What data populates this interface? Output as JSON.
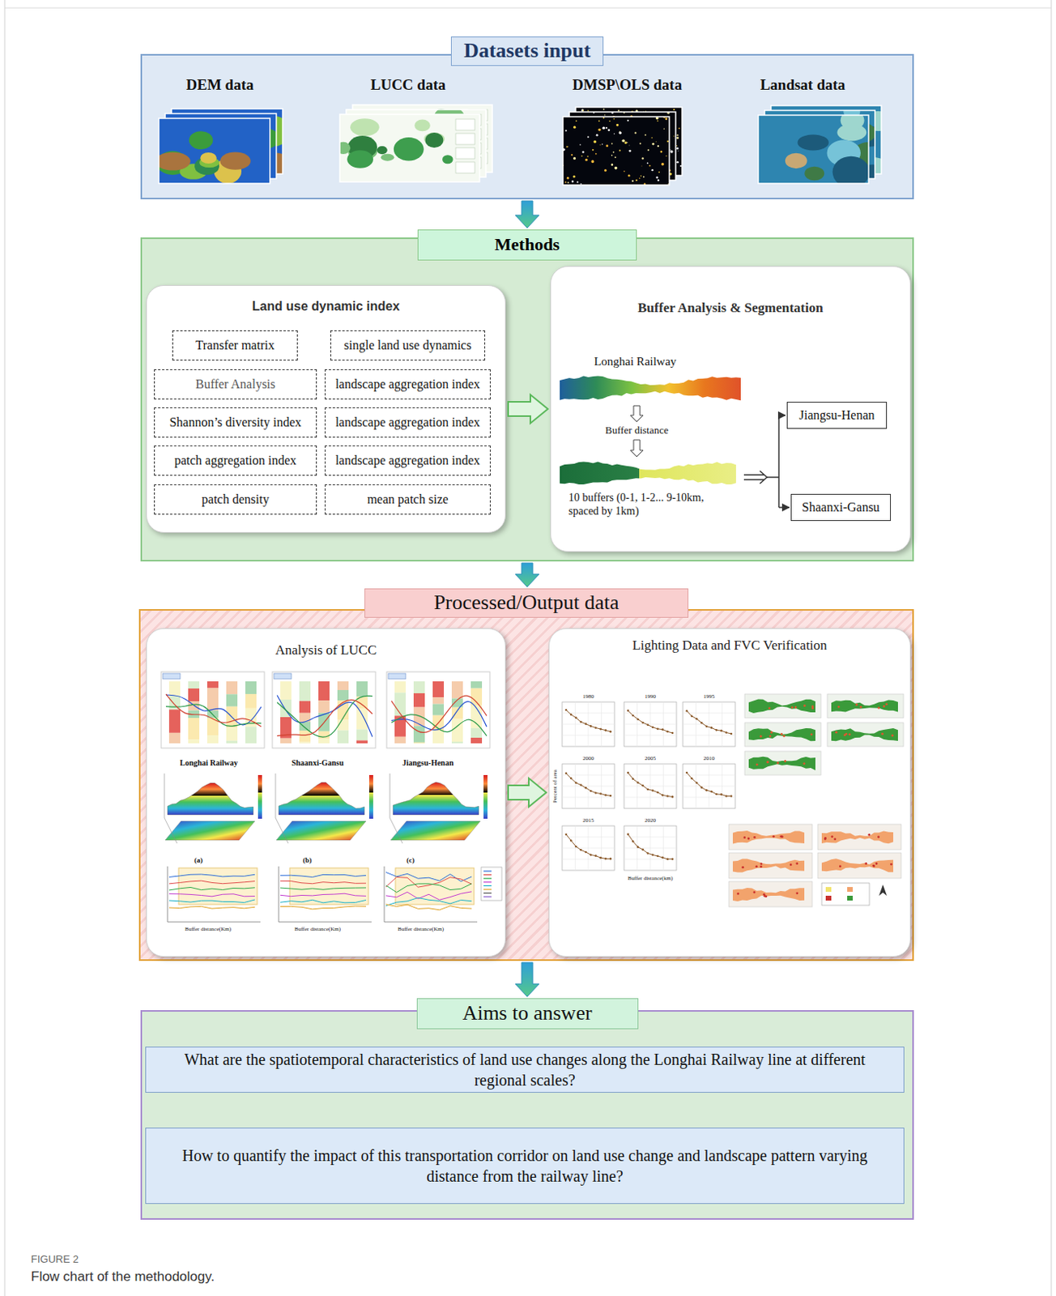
{
  "diagram": {
    "caption": "Flow chart of the methodology.",
    "nodes": [
      {
        "text": [
          "Datasets input"
        ]
      },
      {
        "text": [
          "Methods"
        ]
      },
      {
        "text": [
          "Land use dynamic index"
        ],
        "in": 1
      },
      {
        "text": [
          "Transfer matrix"
        ],
        "in": 2
      },
      {
        "text": [
          "single land use dynamics"
        ],
        "in": 2
      },
      {
        "text": [
          "Buffer Analysis"
        ],
        "in": 2
      },
      {
        "text": [
          "landscape aggregation index"
        ],
        "in": 2
      },
      {
        "text": [
          "Shannon’s diversity index"
        ],
        "in": 2
      },
      {
        "text": [
          "landscape aggregation index"
        ],
        "in": 2
      },
      {
        "text": [
          "patch aggregation index"
        ],
        "in": 2
      },
      {
        "text": [
          "landscape aggregation index"
        ],
        "in": 2
      },
      {
        "text": [
          "patch density"
        ],
        "in": 2
      },
      {
        "text": [
          "mean patch size"
        ],
        "in": 2
      },
      {
        "text": [
          "Buffer Analysis & Segmentation"
        ],
        "in": 1
      },
      {
        "text": [
          "Jiangsu-Henan"
        ],
        "in": 13
      },
      {
        "text": [
          "Shaanxi-Gansu"
        ],
        "in": 13
      },
      {
        "text": [
          "Processed/Output data"
        ]
      },
      {
        "text": [
          "Analysis of LUCC"
        ],
        "in": 16
      },
      {
        "text": [
          "Lighting Data and FVC Verification"
        ],
        "in": 16
      },
      {
        "text": [
          "Aims to answer"
        ]
      },
      {
        "text": [
          "What are the spatiotemporal characteristics of land use changes along the Longhai Railway line at different regional scales?"
        ],
        "in": 19
      },
      {
        "text": [
          "How to quantify the impact of this transportation corridor on land use change and landscape pattern varying distance from the railway line?"
        ],
        "in": 19
      }
    ],
    "edges": [
      {
        "from": 0,
        "to": 1,
        "arrow": "to"
      },
      {
        "from": 1,
        "to": 16,
        "arrow": "to"
      },
      {
        "from": 16,
        "to": 19,
        "arrow": "to"
      },
      {
        "from": 2,
        "to": 13,
        "arrow": "to"
      },
      {
        "from": 17,
        "to": 18,
        "arrow": "to"
      }
    ],
    "labels": [
      "DEM data",
      "LUCC data",
      "DMSP\\OLS data",
      "Landsat data",
      "Longhai Railway",
      "Buffer distance",
      "10 buffers (0-1, 1-2... 9-10km, spaced by 1km)",
      "Longhai Railway",
      "Shaanxi-Gansu",
      "Jiangsu-Henan",
      "(a)",
      "(b)",
      "(c)",
      "Buffer distance(Km)",
      "Buffer distance(Km)",
      "Buffer distance(Km)",
      "1980",
      "1990",
      "1995",
      "2000",
      "2005",
      "2010",
      "2015",
      "2020",
      "Percent of area",
      "Buffer distance(km)",
      "FIGURE 2"
    ]
  }
}
